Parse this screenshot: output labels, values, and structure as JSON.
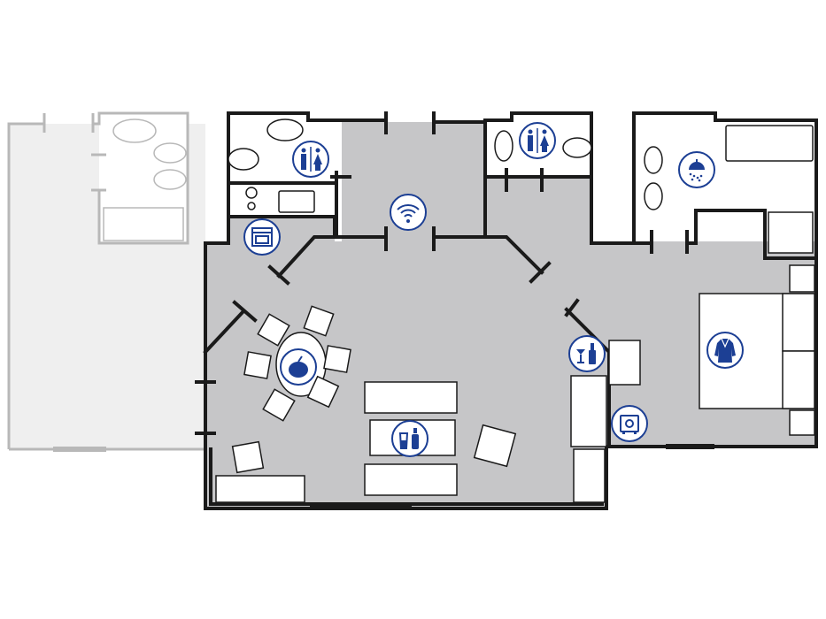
{
  "colors": {
    "accent": "#1c3f94",
    "floor": "#c6c6c8",
    "wall": "#1a1a1a",
    "neighbour_unit": "#b8b8b8"
  },
  "icons": [
    {
      "name": "restroom-icon",
      "room": "guest-wc"
    },
    {
      "name": "oven-icon",
      "room": "kitchen"
    },
    {
      "name": "wifi-icon",
      "room": "hallway"
    },
    {
      "name": "restroom-icon",
      "room": "wc"
    },
    {
      "name": "shower-icon",
      "room": "bathroom"
    },
    {
      "name": "apple-icon",
      "room": "dining"
    },
    {
      "name": "drinks-icon",
      "room": "lounge"
    },
    {
      "name": "minibar-icon",
      "room": "bar"
    },
    {
      "name": "bathrobe-icon",
      "room": "bedroom"
    },
    {
      "name": "safe-icon",
      "room": "bedroom"
    }
  ]
}
